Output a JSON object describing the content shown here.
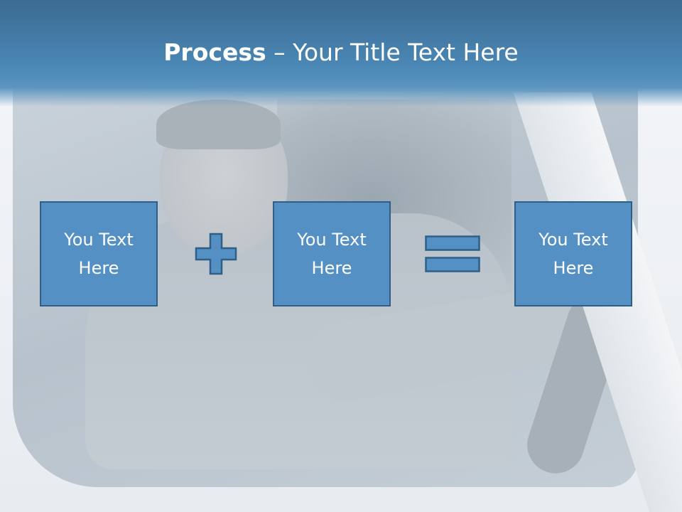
{
  "slide": {
    "title_bold": "Process",
    "title_rest": " – Your Title Text Here"
  },
  "process": {
    "boxes": [
      {
        "text": "You Text\nHere"
      },
      {
        "text": "You Text\nHere"
      },
      {
        "text": "You Text\nHere"
      }
    ],
    "operators": [
      "plus-icon",
      "equals-icon"
    ]
  },
  "colors": {
    "title_band": "#4a86b4",
    "box_fill": "#5490c3",
    "box_border": "#2f5f86",
    "text": "#ffffff"
  }
}
